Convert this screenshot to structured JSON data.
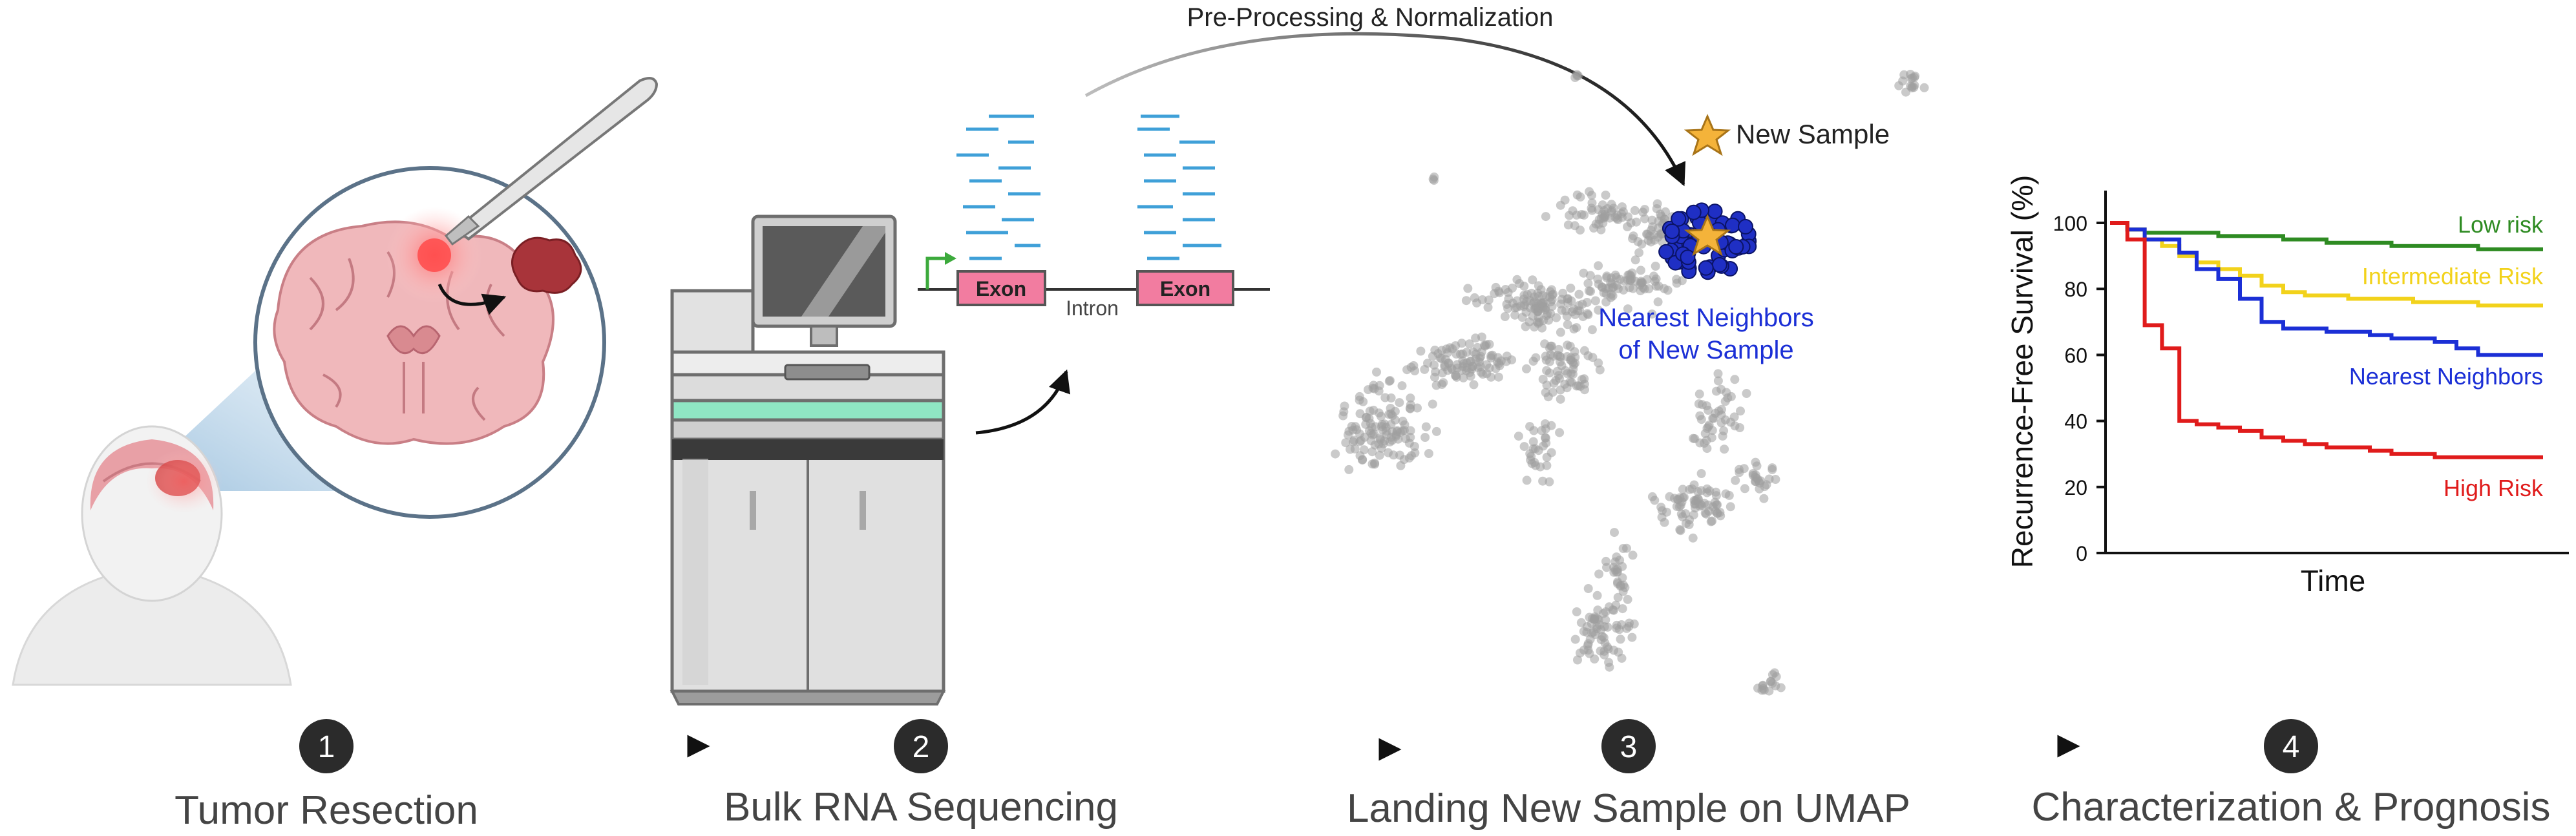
{
  "pipeline_title": "Pre-Processing & Normalization",
  "gene_model": {
    "exon_1": "Exon",
    "exon_2": "Exon",
    "intron": "Intron"
  },
  "umap": {
    "new_sample": "New Sample",
    "nearest_neighbors_line1": "Nearest Neighbors",
    "nearest_neighbors_line2": "of New Sample"
  },
  "steps": [
    {
      "number": "1",
      "label": "Tumor Resection"
    },
    {
      "number": "2",
      "label": "Bulk RNA Sequencing"
    },
    {
      "number": "3",
      "label": "Landing New Sample on UMAP"
    },
    {
      "number": "4",
      "label": "Characterization & Prognosis"
    }
  ],
  "colors": {
    "low": "#2e8b22",
    "intermediate": "#f2d21b",
    "nearest": "#1b2fd6",
    "high": "#e01b1b",
    "exon": "#f27ca0",
    "read": "#3fa0d8",
    "neighbor_dot": "#1f2fc4",
    "star": "#f4b33a"
  },
  "chart_data": {
    "type": "line",
    "title": "",
    "xlabel": "Time",
    "ylabel": "Recurrence-Free Survival (%)",
    "ylim": [
      0,
      100
    ],
    "yticks": [
      "0",
      "20",
      "40",
      "60",
      "80",
      "100"
    ],
    "x": [
      0,
      0.04,
      0.08,
      0.12,
      0.16,
      0.2,
      0.25,
      0.3,
      0.35,
      0.4,
      0.45,
      0.5,
      0.55,
      0.6,
      0.65,
      0.7,
      0.75,
      0.8,
      0.85,
      0.9,
      0.95,
      1.0
    ],
    "series": [
      {
        "name": "Low risk",
        "values": [
          100,
          98,
          97,
          97,
          97,
          97,
          96,
          96,
          96,
          95,
          95,
          94,
          94,
          94,
          93,
          93,
          93,
          93,
          92,
          92,
          92,
          92
        ]
      },
      {
        "name": "Intermediate Risk",
        "values": [
          100,
          98,
          95,
          93,
          90,
          88,
          86,
          84,
          81,
          79,
          78,
          78,
          77,
          77,
          77,
          76,
          76,
          76,
          75,
          75,
          75,
          75
        ]
      },
      {
        "name": "Nearest Neighbors",
        "values": [
          100,
          98,
          95,
          95,
          91,
          86,
          83,
          77,
          70,
          68,
          68,
          67,
          67,
          66,
          65,
          65,
          64,
          62,
          60,
          60,
          60,
          60
        ]
      },
      {
        "name": "High Risk",
        "values": [
          100,
          95,
          69,
          62,
          40,
          39,
          38,
          37,
          35,
          34,
          33,
          32,
          32,
          31,
          30,
          30,
          29,
          29,
          29,
          29,
          29,
          29
        ]
      }
    ]
  }
}
